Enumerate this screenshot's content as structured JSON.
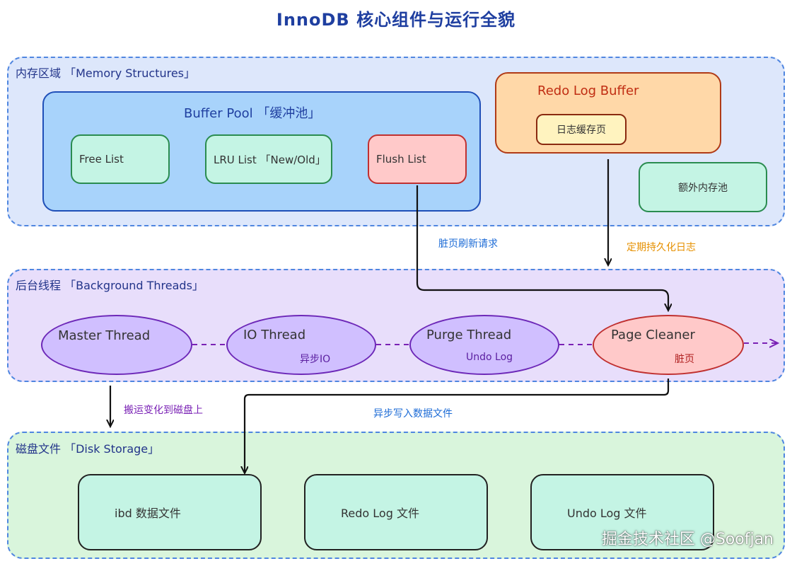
{
  "title": "InnoDB 核心组件与运行全貌",
  "regions": {
    "memory": {
      "label": "内存区域 「Memory Structures」",
      "buffer_pool": {
        "label": "Buffer Pool 「缓冲池」",
        "items": [
          "Free List",
          "LRU List 「New/Old」",
          "Flush List"
        ]
      },
      "redo_log_buffer": {
        "label": "Redo Log Buffer",
        "inner": "日志缓存页"
      },
      "extra_pool": "额外内存池"
    },
    "threads": {
      "label": "后台线程 「Background Threads」",
      "nodes": [
        {
          "name": "Master Thread",
          "sub": ""
        },
        {
          "name": "IO Thread",
          "sub": "异步IO"
        },
        {
          "name": "Purge Thread",
          "sub": "Undo Log"
        },
        {
          "name": "Page Cleaner",
          "sub": "脏页"
        }
      ]
    },
    "disk": {
      "label": "磁盘文件 「Disk Storage」",
      "files": [
        "ibd 数据文件",
        "Redo Log 文件",
        "Undo Log 文件"
      ]
    }
  },
  "edges": {
    "flush_request": "脏页刷新请求",
    "persist_log": "定期持久化日志",
    "move_changes": "搬运变化到磁盘上",
    "async_write": "异步写入数据文件"
  },
  "watermark": "掘金技术社区 @Soofjan",
  "colors": {
    "memory_region_bg": "#dde7fb",
    "threads_region_bg": "#e8defb",
    "disk_region_bg": "#d9f5dc",
    "buffer_pool_bg": "#a8d3fb",
    "buffer_pool_border": "#1f4fb8",
    "green_box_bg": "#c4f4e4",
    "green_box_border": "#2a8c50",
    "flush_list_bg": "#ffc9c9",
    "flush_list_border": "#c03030",
    "redo_buffer_bg": "#ffd8a8",
    "redo_buffer_border": "#b03a16",
    "redo_inner_bg": "#fff3bf",
    "thread_node_bg": "#d0bfff",
    "thread_node_border": "#6d28b8",
    "page_cleaner_bg": "#ffc9c9",
    "page_cleaner_border": "#c03030",
    "edge_blue": "#1c6bd6",
    "edge_orange": "#e69000",
    "edge_purple": "#7a22b5"
  }
}
